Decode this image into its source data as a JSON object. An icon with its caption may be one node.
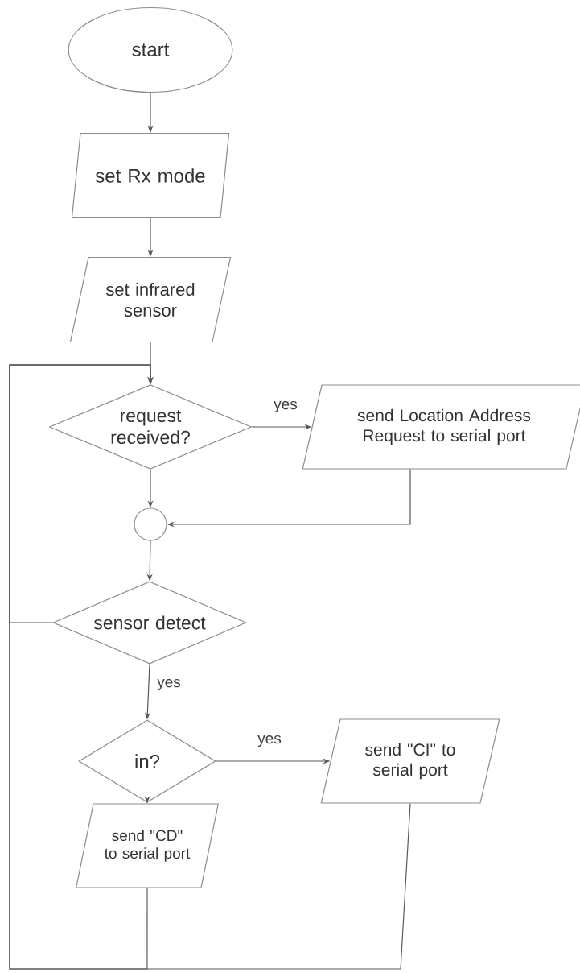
{
  "diagram": {
    "nodes": [
      {
        "text": [
          "start"
        ]
      },
      {
        "text": [
          "set Rx mode"
        ]
      },
      {
        "text": [
          "set infrared sensor"
        ]
      },
      {
        "text": [
          "request received?"
        ]
      },
      {
        "text": [
          "send Location Address Request to serial port"
        ]
      },
      {
        "text": [],
        "shape": "circle"
      },
      {
        "text": [
          "sensor detect"
        ]
      },
      {
        "text": [
          "in?"
        ]
      },
      {
        "text": [
          "send \"CD\" to serial port"
        ]
      },
      {
        "text": [
          "send \"CI\" to serial port"
        ]
      }
    ],
    "edges": [
      {
        "from": 0,
        "to": 1,
        "arrow": "to"
      },
      {
        "from": 1,
        "to": 2,
        "arrow": "to"
      },
      {
        "from": 2,
        "to": 3,
        "arrow": "to"
      },
      {
        "from": 3,
        "to": 4,
        "arrow": "to",
        "label": "yes"
      },
      {
        "from": 3,
        "to": 5,
        "arrow": "to"
      },
      {
        "from": 4,
        "to": 5,
        "arrow": "to"
      },
      {
        "from": 5,
        "to": 6,
        "arrow": "to"
      },
      {
        "from": 6,
        "to": 7,
        "arrow": "to",
        "label": "yes"
      },
      {
        "from": 7,
        "to": 9,
        "arrow": "to",
        "label": "yes"
      },
      {
        "from": 7,
        "to": 8,
        "arrow": "to"
      },
      {
        "from": 8,
        "to": 3,
        "arrow": "to"
      },
      {
        "from": 9,
        "to": 3,
        "arrow": "to"
      },
      {
        "from": 6,
        "to": 3,
        "arrow": "to"
      }
    ]
  }
}
